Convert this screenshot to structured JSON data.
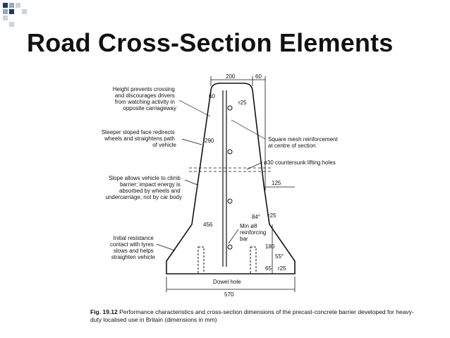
{
  "slide": {
    "title": "Road Cross-Section Elements",
    "accent_colors": [
      "#1f3864",
      "#8ea9c8",
      "#c9d3e3"
    ]
  },
  "annotations": [
    {
      "lines": [
        "Height prevents crossing",
        "and discourages drivers",
        "from watching activity in",
        "opposite carriageway"
      ]
    },
    {
      "lines": [
        "Steeper sloped face redirects",
        "wheels and straightens path",
        "of vehicle"
      ]
    },
    {
      "lines": [
        "Slope allows vehicle to climb",
        "barrier; impact energy is",
        "absorbed by wheels and",
        "undercarriage, not by car body"
      ]
    },
    {
      "lines": [
        "Initial resistance",
        "contact with tyres",
        "slows and helps",
        "straighten vehicle"
      ]
    },
    {
      "lines": [
        "Square mesh reinforcement",
        "at centre of section"
      ]
    },
    {
      "lines": [
        "ø30 countersunk lifting holes"
      ]
    },
    {
      "lines": [
        "Min ø8",
        "reinforcing",
        "bar"
      ]
    },
    {
      "lines": [
        "Dowel hole"
      ]
    }
  ],
  "dimensions": {
    "top_width": "200",
    "top_right": "60",
    "top_height": "60",
    "top_radius": "r25",
    "upper_height": "290",
    "offset": "125",
    "mid_height": "456",
    "angle_upper": "84°",
    "radius_mid": "r25",
    "lower_height": "180",
    "angle_lower": "55°",
    "base_height": "65",
    "base_radius": "r25",
    "base_width": "570"
  },
  "caption": {
    "label": "Fig. 19.12",
    "text": "Performance characteristics and cross-section dimensions of the precast-concrete barrier developed for heavy-duty localised use in Britain (dimensions in mm)"
  }
}
